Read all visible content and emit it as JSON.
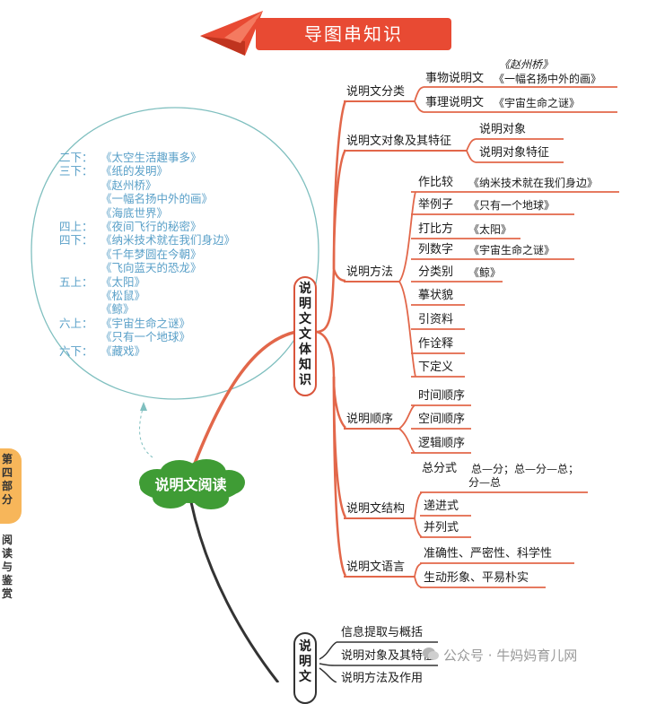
{
  "title": "导图串知识",
  "section_tab": [
    "第",
    "四",
    "部",
    "分"
  ],
  "section_sub": [
    "阅",
    "读",
    "与",
    "鉴",
    "赏"
  ],
  "center_node": "说明文阅读",
  "branch1_label": [
    "说",
    "明",
    "文",
    "文",
    "体",
    "知",
    "识"
  ],
  "branch2_label": [
    "说",
    "明",
    "文"
  ],
  "textbook_list": [
    {
      "grade": "二下：",
      "title": "《太空生活趣事多》"
    },
    {
      "grade": "三下：",
      "title": "《纸的发明》"
    },
    {
      "grade": "",
      "title": "《赵州桥》"
    },
    {
      "grade": "",
      "title": "《一幅名扬中外的画》"
    },
    {
      "grade": "",
      "title": "《海底世界》"
    },
    {
      "grade": "四上：",
      "title": "《夜间飞行的秘密》"
    },
    {
      "grade": "四下：",
      "title": "《纳米技术就在我们身边》"
    },
    {
      "grade": "",
      "title": "《千年梦圆在今朝》"
    },
    {
      "grade": "",
      "title": "《飞向蓝天的恐龙》"
    },
    {
      "grade": "五上：",
      "title": "《太阳》"
    },
    {
      "grade": "",
      "title": "《松鼠》"
    },
    {
      "grade": "",
      "title": "《鲸》"
    },
    {
      "grade": "六上：",
      "title": "《宇宙生命之谜》"
    },
    {
      "grade": "",
      "title": "《只有一个地球》"
    },
    {
      "grade": "六下：",
      "title": "《藏戏》"
    }
  ],
  "categories": {
    "classify": {
      "label": "说明文分类",
      "items": [
        {
          "type": "事物说明文",
          "example": "《一幅名扬中外的画》",
          "extra": "《赵州桥》"
        },
        {
          "type": "事理说明文",
          "example": "《宇宙生命之谜》"
        }
      ]
    },
    "object": {
      "label": "说明文对象及其特征",
      "items": [
        "说明对象",
        "说明对象特征"
      ]
    },
    "method": {
      "label": "说明方法",
      "items": [
        {
          "name": "作比较",
          "example": "《纳米技术就在我们身边》"
        },
        {
          "name": "举例子",
          "example": "《只有一个地球》"
        },
        {
          "name": "打比方",
          "example": "《太阳》"
        },
        {
          "name": "列数字",
          "example": "《宇宙生命之谜》"
        },
        {
          "name": "分类别",
          "example": "《鲸》"
        },
        {
          "name": "摹状貌",
          "example": ""
        },
        {
          "name": "引资料",
          "example": ""
        },
        {
          "name": "作诠释",
          "example": ""
        },
        {
          "name": "下定义",
          "example": ""
        }
      ]
    },
    "order": {
      "label": "说明顺序",
      "items": [
        "时间顺序",
        "空间顺序",
        "逻辑顺序"
      ]
    },
    "structure": {
      "label": "说明文结构",
      "items": [
        "总分式",
        "递进式",
        "并列式"
      ],
      "zongfen_detail_1": "总—分；总—分—总；",
      "zongfen_detail_2": "分—总"
    },
    "language": {
      "label": "说明文语言",
      "items": [
        "准确性、严密性、科学性",
        "生动形象、平易朴实"
      ]
    }
  },
  "branch2_items": [
    "信息提取与概括",
    "说明对象及其特征",
    "说明方法及作用"
  ],
  "watermark": "公众号 · 牛妈妈育儿网",
  "colors": {
    "accent": "#e84a33",
    "branch": "#e2674a",
    "cloud": "#3f9c35",
    "blue_text": "#5aa0c8",
    "oval": "#7fbfbf"
  }
}
